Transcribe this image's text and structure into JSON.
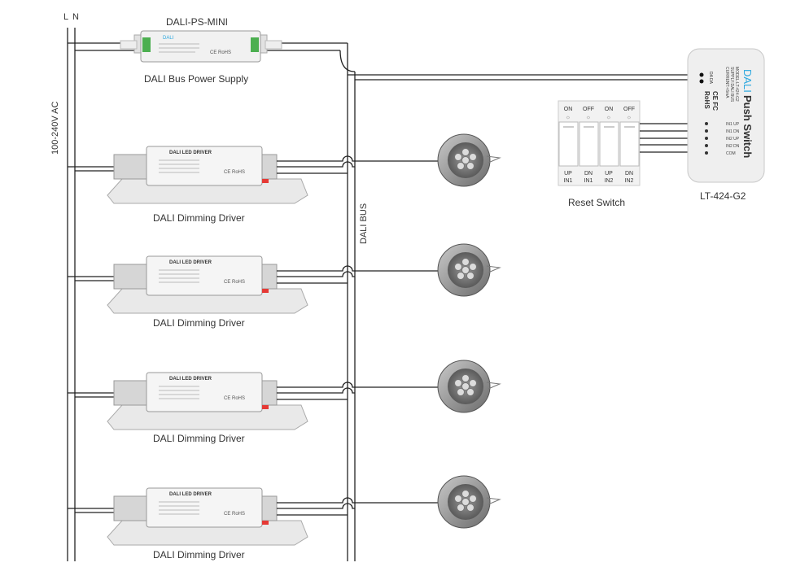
{
  "mains": {
    "l_label": "L",
    "n_label": "N",
    "voltage": "100-240V AC"
  },
  "power_supply": {
    "model": "DALI-PS-MINI",
    "caption": "DALI Bus Power Supply",
    "marks": "CE RoHS"
  },
  "bus_label": "DALI BUS",
  "drivers": [
    {
      "title": "DALI LED DRIVER",
      "caption": "DALI Dimming Driver",
      "marks": "CE RoHS"
    },
    {
      "title": "DALI LED DRIVER",
      "caption": "DALI Dimming Driver",
      "marks": "CE RoHS"
    },
    {
      "title": "DALI LED DRIVER",
      "caption": "DALI Dimming Driver",
      "marks": "CE RoHS"
    },
    {
      "title": "DALI LED DRIVER",
      "caption": "DALI Dimming Driver",
      "marks": "CE RoHS"
    }
  ],
  "reset_switch": {
    "caption": "Reset Switch",
    "top_labels": [
      "ON",
      "OFF",
      "ON",
      "OFF"
    ],
    "bottom_labels": [
      [
        "UP",
        "IN1"
      ],
      [
        "DN",
        "IN1"
      ],
      [
        "UP",
        "IN2"
      ],
      [
        "DN",
        "IN2"
      ]
    ]
  },
  "push_switch": {
    "caption": "LT-424-G2",
    "brand": "DALI",
    "name": "Push Switch",
    "info": [
      "MODEL:LT-424-G2",
      "SUPPLY:DALI BUS",
      "CURRENT:<6mA"
    ],
    "terminals_left": [
      "DA",
      "DA"
    ],
    "terminals": [
      "IN1 UP",
      "IN1 DN",
      "IN2 UP",
      "IN2 DN",
      "COM"
    ],
    "marks": [
      "CE FC",
      "RoHS"
    ],
    "accent": "#2aa7df"
  }
}
